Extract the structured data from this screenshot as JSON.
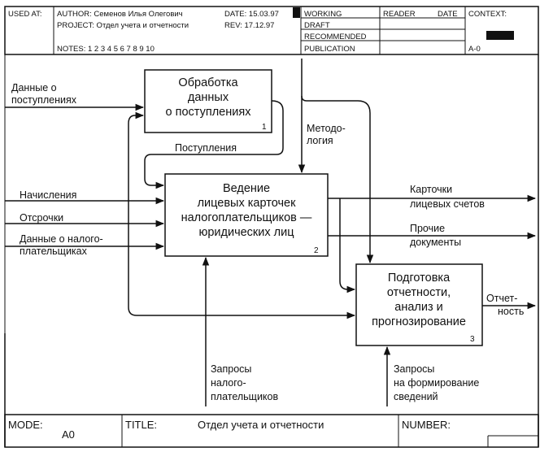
{
  "header": {
    "used_at": "USED AT:",
    "author": "AUTHOR: Семенов Илья Олегович",
    "project": "PROJECT: Отдел учета и отчетности",
    "notes": "NOTES: 1 2 3 4 5 6 7 8 9 10",
    "date": "DATE: 15.03.97",
    "rev": "REV: 17.12.97",
    "status": [
      "WORKING",
      "DRAFT",
      "RECOMMENDED",
      "PUBLICATION"
    ],
    "reader": "READER",
    "reader_date": "DATE",
    "context": "CONTEXT:",
    "node": "A-0"
  },
  "boxes": [
    {
      "lines": [
        "Обработка",
        "данных",
        "о поступлениях"
      ],
      "number": "1"
    },
    {
      "lines": [
        "Ведение",
        "лицевых карточек",
        "налогоплательщиков —",
        "юридических лиц"
      ],
      "number": "2"
    },
    {
      "lines": [
        "Подготовка",
        "отчетности,",
        "анализ и",
        "прогнозирование"
      ],
      "number": "3"
    }
  ],
  "arrows": {
    "input_receipts": [
      "Данные о",
      "поступлениях"
    ],
    "input_accruals": "Начисления",
    "input_deferrals": "Отсрочки",
    "input_taxpayer_data": [
      "Данные о налого-",
      "плательщиках"
    ],
    "receipts": "Поступления",
    "methodology": [
      "Методо-",
      "логия"
    ],
    "output_cards": [
      "Карточки",
      "лицевых счетов"
    ],
    "output_other": [
      "Прочие",
      "документы"
    ],
    "output_report": [
      "Отчет-",
      "ность"
    ],
    "requests_taxpayers": [
      "Запросы",
      "налого-",
      "плательщиков"
    ],
    "requests_info": [
      "Запросы",
      "на формирование",
      "сведений"
    ]
  },
  "footer": {
    "mode_label": "MODE:",
    "mode_value": "A0",
    "title_label": "TITLE:",
    "title_value": "Отдел учета и отчетности",
    "number_label": "NUMBER:"
  },
  "colors": {
    "ink": "#111111",
    "background": "#ffffff"
  }
}
